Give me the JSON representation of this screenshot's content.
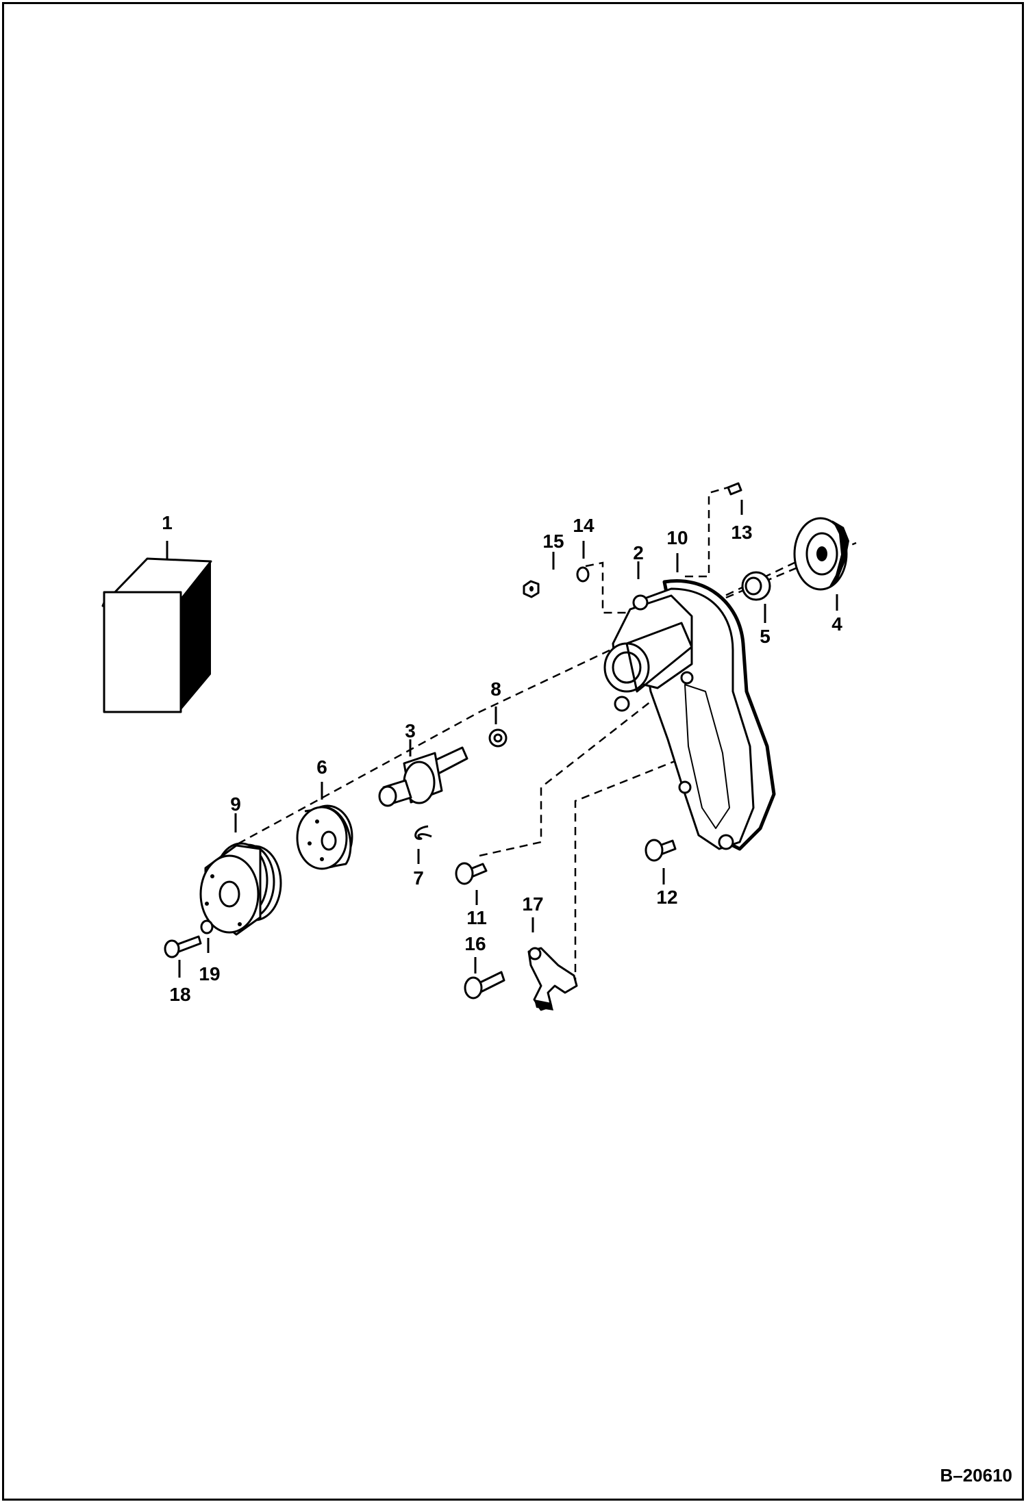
{
  "figure_id": "B–20610",
  "callouts": [
    {
      "id": "1",
      "label": "1"
    },
    {
      "id": "2",
      "label": "2"
    },
    {
      "id": "3",
      "label": "3"
    },
    {
      "id": "4",
      "label": "4"
    },
    {
      "id": "5",
      "label": "5"
    },
    {
      "id": "6",
      "label": "6"
    },
    {
      "id": "7",
      "label": "7"
    },
    {
      "id": "8",
      "label": "8"
    },
    {
      "id": "9",
      "label": "9"
    },
    {
      "id": "10",
      "label": "10"
    },
    {
      "id": "11",
      "label": "11"
    },
    {
      "id": "12",
      "label": "12"
    },
    {
      "id": "13",
      "label": "13"
    },
    {
      "id": "14",
      "label": "14"
    },
    {
      "id": "15",
      "label": "15"
    },
    {
      "id": "16",
      "label": "16"
    },
    {
      "id": "17",
      "label": "17"
    },
    {
      "id": "18",
      "label": "18"
    },
    {
      "id": "19",
      "label": "19"
    }
  ]
}
